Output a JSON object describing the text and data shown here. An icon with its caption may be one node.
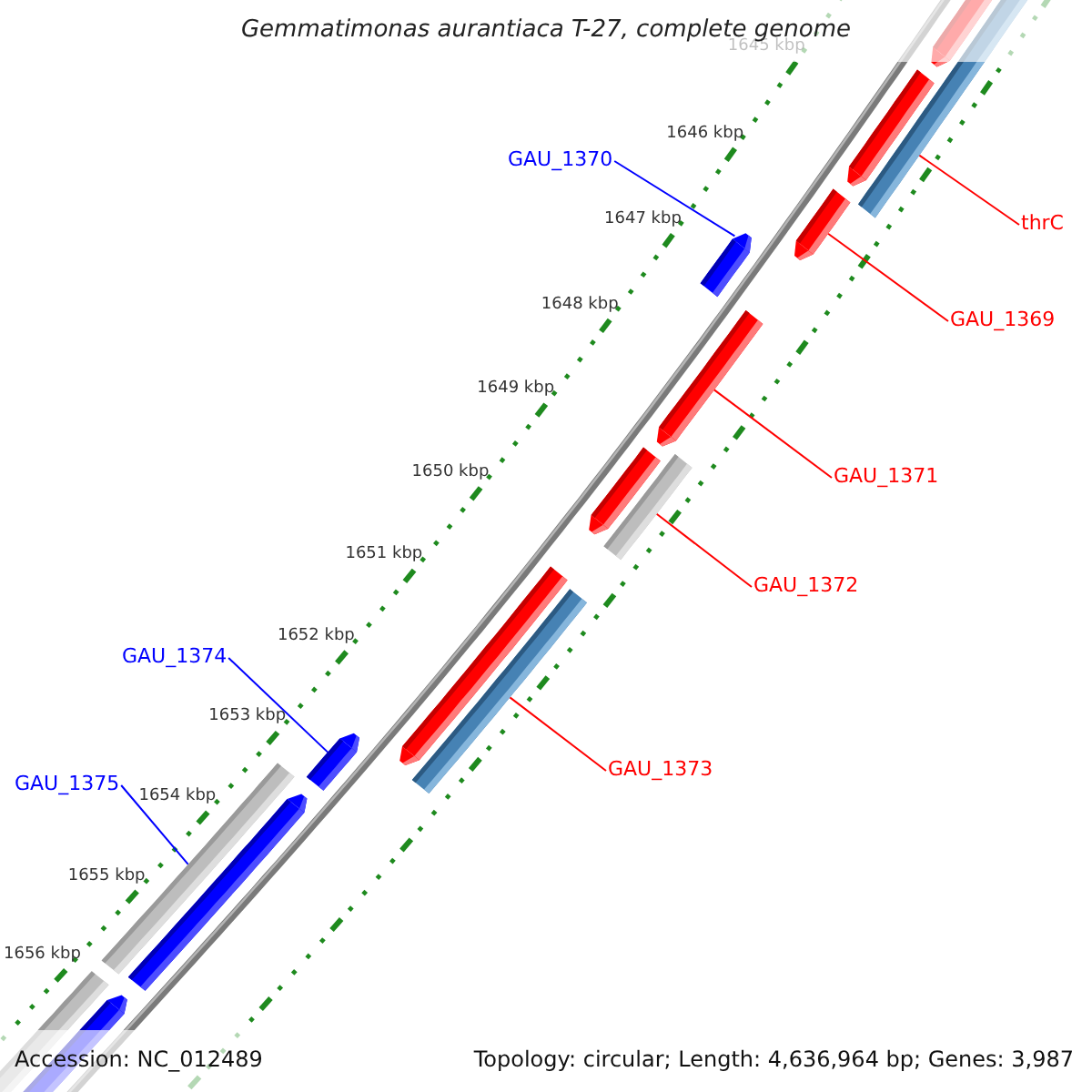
{
  "diagram": {
    "title": "Gemmatimonas aurantiaca T-27, complete genome",
    "nodes": [
      {
        "text": [],
        "shape": "pentagon"
      },
      {
        "text": [],
        "shape": "bar"
      },
      {
        "text": [],
        "shape": "pentagon"
      },
      {
        "text": [
          "GAU_1370"
        ]
      },
      {
        "text": [
          "thrC"
        ]
      },
      {
        "text": [],
        "shape": "pentagon"
      },
      {
        "text": [],
        "shape": "pentagon"
      },
      {
        "text": [
          "GAU_1369"
        ]
      },
      {
        "text": [],
        "shape": "pentagon"
      },
      {
        "text": [
          "GAU_1371"
        ]
      },
      {
        "text": [],
        "shape": "pentagon"
      },
      {
        "text": [],
        "shape": "bar"
      },
      {
        "text": [
          "GAU_1372"
        ]
      },
      {
        "text": [],
        "shape": "pentagon"
      },
      {
        "text": [],
        "shape": "bar"
      },
      {
        "text": [
          "GAU_1374"
        ]
      },
      {
        "text": [],
        "shape": "pentagon"
      },
      {
        "text": [
          "GAU_1373"
        ]
      },
      {
        "text": [
          "GAU_1375"
        ]
      },
      {
        "text": [],
        "shape": "bar"
      },
      {
        "text": [],
        "shape": "pentagon"
      },
      {
        "text": [],
        "shape": "bar"
      },
      {
        "text": [],
        "shape": "pentagon"
      }
    ],
    "edges": [
      {
        "from": 3,
        "to": 5,
        "arrow": "none",
        "color": "#0000ff"
      },
      {
        "from": 4,
        "to": 1,
        "arrow": "none"
      },
      {
        "from": 7,
        "to": 6,
        "arrow": "none"
      },
      {
        "from": 9,
        "to": 8,
        "arrow": "none"
      },
      {
        "from": 12,
        "to": 11,
        "arrow": "none"
      },
      {
        "from": 17,
        "to": 14,
        "arrow": "none"
      },
      {
        "from": 15,
        "to": 16,
        "arrow": "none",
        "color": "#0000ff"
      },
      {
        "from": 18,
        "to": 19,
        "arrow": "none",
        "color": "#0000ff"
      }
    ],
    "labels": [
      "1645 kbp",
      "1646 kbp",
      "1647 kbp",
      "1648 kbp",
      "1649 kbp",
      "1650 kbp",
      "1651 kbp",
      "1652 kbp",
      "1653 kbp",
      "1654 kbp",
      "1655 kbp",
      "1656 kbp",
      "Accession: NC_012489",
      "Topology: circular; Length: 4,636,964 bp; Genes: 3,987"
    ]
  }
}
